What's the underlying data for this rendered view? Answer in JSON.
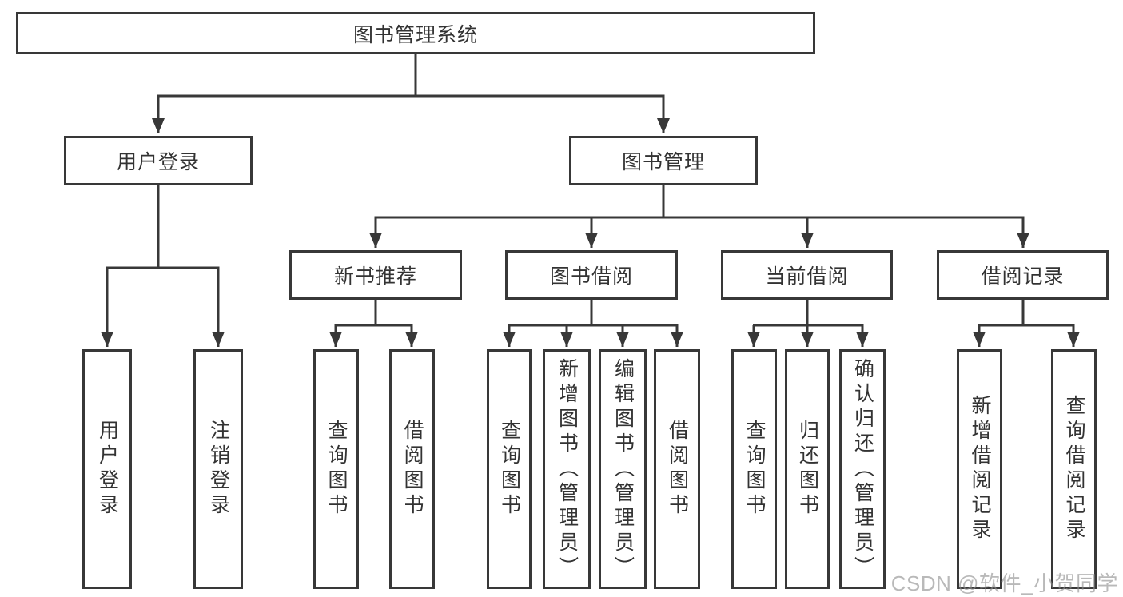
{
  "diagram_title": "图书管理系统",
  "tree": {
    "root": {
      "label": "图书管理系统"
    },
    "branches": [
      {
        "label": "用户登录",
        "children": [
          {
            "label": "用户登录"
          },
          {
            "label": "注销登录"
          }
        ]
      },
      {
        "label": "图书管理",
        "children": [
          {
            "label": "新书推荐",
            "children": [
              {
                "label": "查询图书"
              },
              {
                "label": "借阅图书"
              }
            ]
          },
          {
            "label": "图书借阅",
            "children": [
              {
                "label": "查询图书"
              },
              {
                "label": "新增图书（管理员）"
              },
              {
                "label": "编辑图书（管理员）"
              },
              {
                "label": "借阅图书"
              }
            ]
          },
          {
            "label": "当前借阅",
            "children": [
              {
                "label": "查询图书"
              },
              {
                "label": "归还图书"
              },
              {
                "label": "确认归还（管理员）"
              }
            ]
          },
          {
            "label": "借阅记录",
            "children": [
              {
                "label": "新增借阅记录"
              },
              {
                "label": "查询借阅记录"
              }
            ]
          }
        ]
      }
    ]
  },
  "watermark": "CSDN @软件_小贺同学",
  "colors": {
    "line": "#383838",
    "box_border": "#383838",
    "text": "#333333",
    "background": "#ffffff",
    "watermark": "#8f8f8f"
  }
}
